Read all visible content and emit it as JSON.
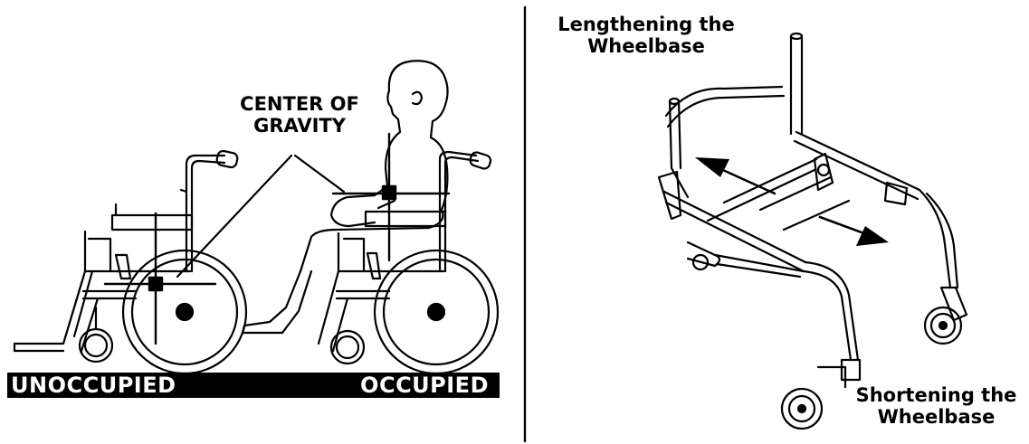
{
  "left_panel": {
    "cog_label_line1": "CENTER OF",
    "cog_label_line2": "GRAVITY",
    "unoccupied_label": "UNOCCUPIED",
    "occupied_label": "OCCUPIED"
  },
  "right_panel": {
    "lengthening_line1": "Lengthening the",
    "lengthening_line2": "Wheelbase",
    "shortening_line1": "Shortening the",
    "shortening_line2": "Wheelbase"
  },
  "colors": {
    "ink": "#000000",
    "background": "#ffffff"
  }
}
